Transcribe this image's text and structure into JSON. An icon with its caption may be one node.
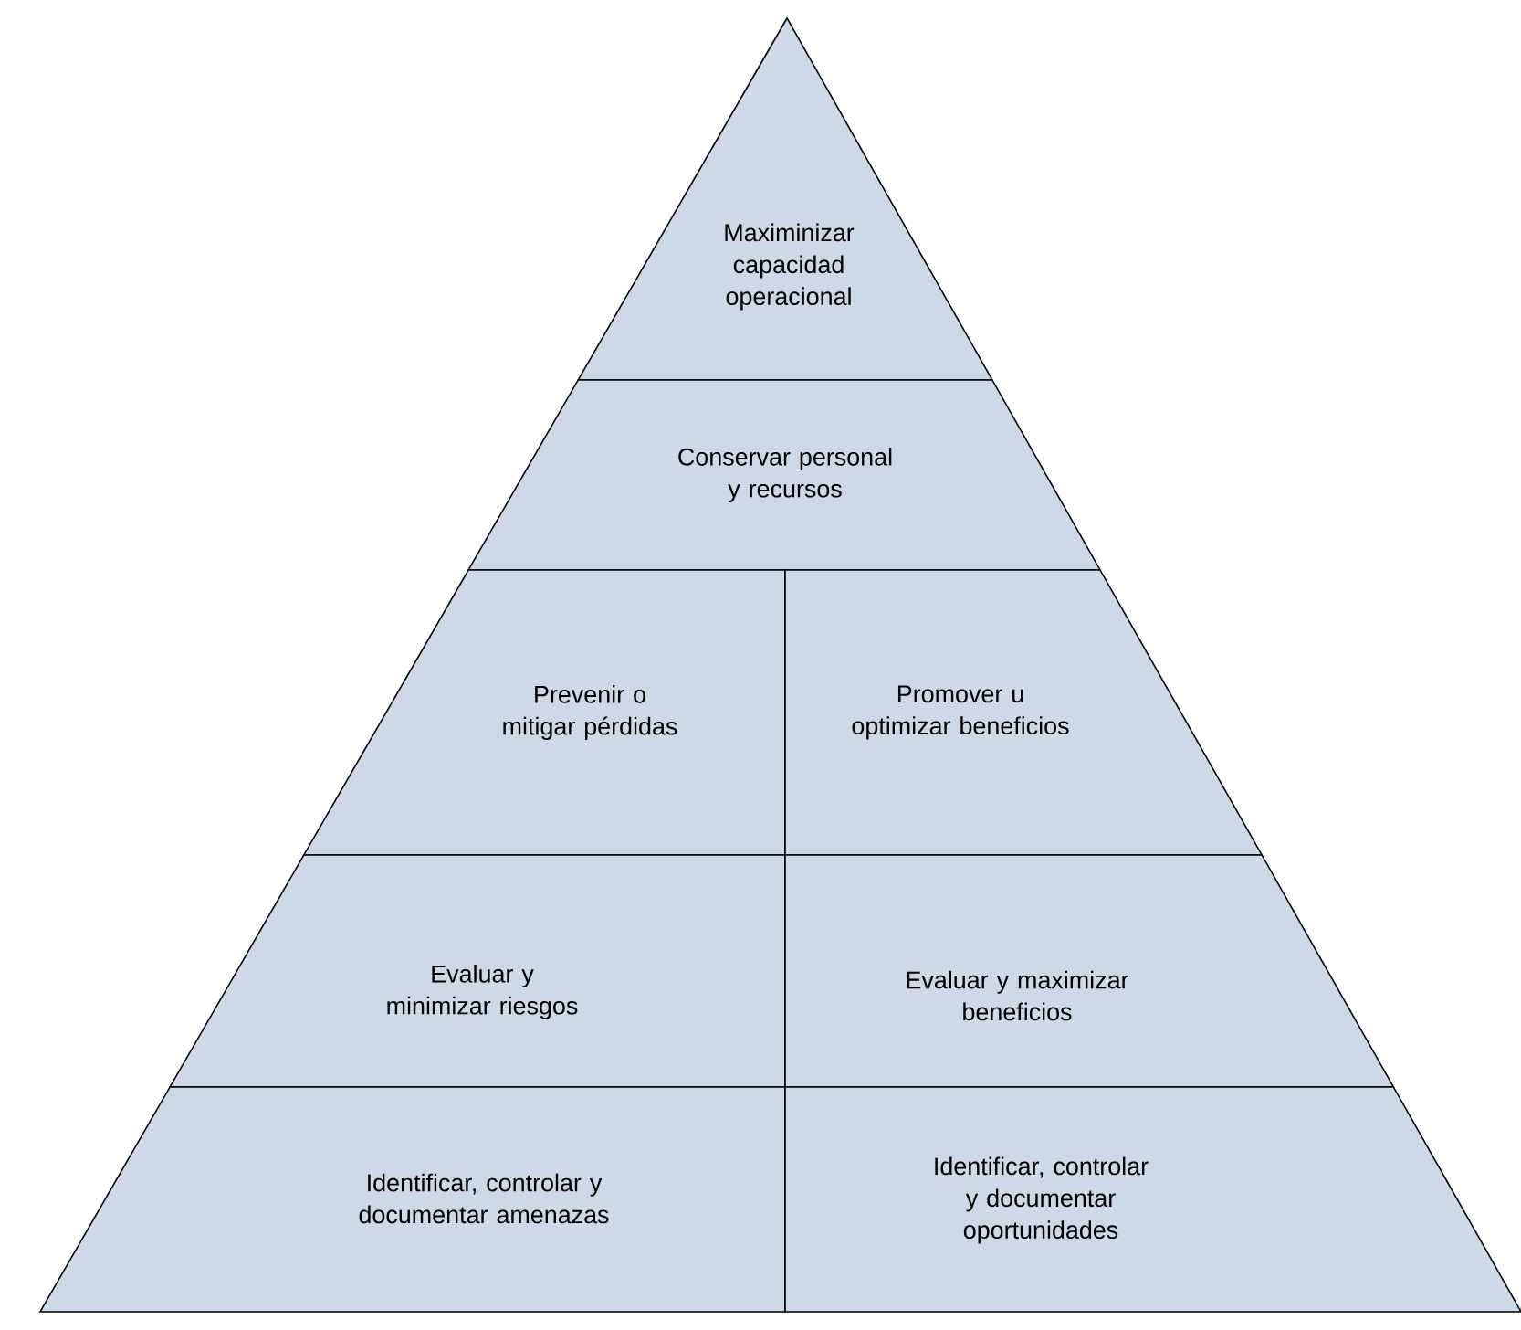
{
  "diagram": {
    "nodes": [
      {
        "text": [
          "Maximinizar capacidad operacional"
        ]
      },
      {
        "text": [
          "Conservar personal y recursos"
        ]
      },
      {
        "text": [
          "Prevenir o mitigar pérdidas"
        ]
      },
      {
        "text": [
          "Promover u optimizar beneficios"
        ]
      },
      {
        "text": [
          "Evaluar y minimizar riesgos"
        ]
      },
      {
        "text": [
          "Evaluar y maximizar beneficios"
        ]
      },
      {
        "text": [
          "Identificar, controlar y documentar amenazas"
        ]
      },
      {
        "text": [
          "Identificar, controlar y documentar oportunidades"
        ]
      }
    ]
  }
}
